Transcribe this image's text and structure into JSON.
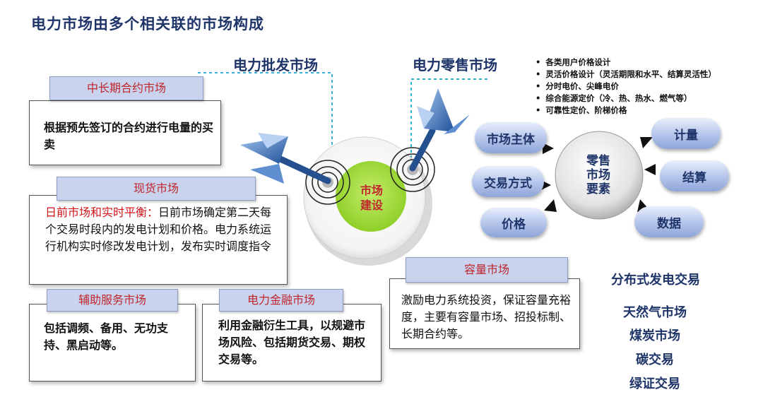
{
  "title": "电力市场由多个相关联的市场构成",
  "wholesale_title": "电力批发市场",
  "retail_title": "电力零售市场",
  "retail_bullets": [
    "各类用户价格设计",
    "灵活价格设计（灵活期限和水平、结算灵活性）",
    "分时电价、尖峰电价",
    "综合能源定价（冷、热、热水、燃气等）",
    "可靠性定价、阶梯价格"
  ],
  "hub": {
    "line1": "市场",
    "line2": "建设"
  },
  "long_term": {
    "label": "中长期合约市场",
    "text": "根据预先签订的合约进行电量的买卖"
  },
  "spot": {
    "label": "现货市场",
    "lead": "日前市场和实时平衡：",
    "text": "日前市场确定第二天每个交易时段内的发电计划和价格。电力系统运行机构实时修改发电计划，发布实时调度指令"
  },
  "ancillary": {
    "label": "辅助服务市场",
    "text": "包括调频、备用、无功支持、黑启动等。"
  },
  "financial": {
    "label": "电力金融市场",
    "text": "利用金融衍生工具，以规避市场风险、包括期货交易、期权交易等。"
  },
  "capacity": {
    "label": "容量市场",
    "text": "激励电力系统投资，保证容量充裕度，主要有容量市场、招投标制、长期合约等。"
  },
  "retail_elements": {
    "center": {
      "line1": "零售",
      "line2": "市场",
      "line3": "要素"
    },
    "market_subject": "市场主体",
    "trade_mode": "交易方式",
    "price": "价格",
    "metering": "计量",
    "settlement": "结算",
    "data": "数据"
  },
  "other_markets": [
    "分布式发电交易",
    "天然气市场",
    "煤炭市场",
    "碳交易",
    "绿证交易"
  ],
  "colors": {
    "navy": "#1f3569",
    "red": "#c0262d",
    "hub_green": "#a7dc3c",
    "dart_blue": "#2a62a8",
    "dashed": "#35b0d8"
  }
}
